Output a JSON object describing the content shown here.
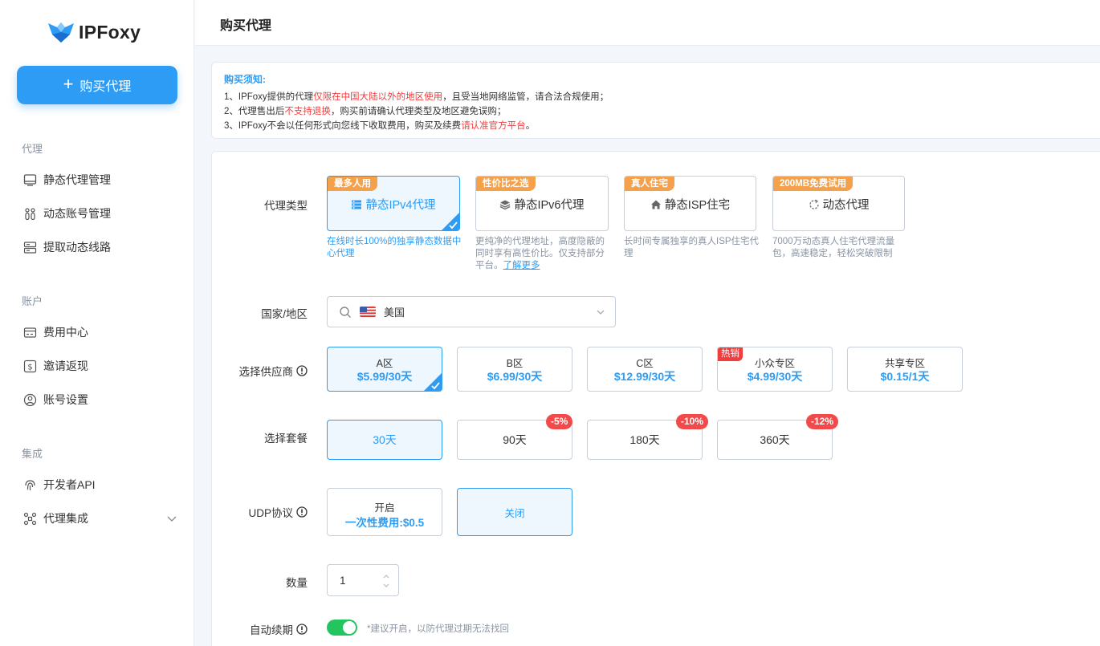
{
  "brand": {
    "name": "IPFoxy"
  },
  "sidebar": {
    "buy_label": "购买代理",
    "sections": [
      {
        "title": "代理",
        "items": [
          {
            "label": "静态代理管理"
          },
          {
            "label": "动态账号管理"
          },
          {
            "label": "提取动态线路"
          }
        ]
      },
      {
        "title": "账户",
        "items": [
          {
            "label": "费用中心"
          },
          {
            "label": "邀请返现"
          },
          {
            "label": "账号设置"
          }
        ]
      },
      {
        "title": "集成",
        "items": [
          {
            "label": "开发者API"
          },
          {
            "label": "代理集成"
          }
        ]
      }
    ]
  },
  "header": {
    "title": "购买代理"
  },
  "notice": {
    "title": "购买须知:",
    "line1": {
      "a": "1、IPFoxy提供的代理",
      "red": "仅限在中国大陆以外的地区使用",
      "b": "，且受当地网络监管，请合法合规使用；"
    },
    "line2": {
      "a": "2、代理售出后",
      "red": "不支持退换",
      "b": "，购买前请确认代理类型及地区避免误购；"
    },
    "line3": {
      "a": "3、IPFoxy不会以任何形式向您线下收取费用，购买及续费",
      "red": "请认准官方平台",
      "b": "。"
    }
  },
  "form": {
    "labels": {
      "type": "代理类型",
      "country": "国家/地区",
      "supplier": "选择供应商",
      "plan": "选择套餐",
      "udp": "UDP协议",
      "quantity": "数量",
      "auto_renew": "自动续期"
    },
    "types": [
      {
        "tag": "最多人用",
        "name": "静态IPv4代理",
        "desc": "在线时长100%的独享静态数据中心代理",
        "selected": true
      },
      {
        "tag": "性价比之选",
        "name": "静态IPv6代理",
        "desc": "更纯净的代理地址，高度隐蔽的同时享有高性价比。仅支持部分平台。",
        "link": "了解更多",
        "selected": false
      },
      {
        "tag": "真人住宅",
        "name": "静态ISP住宅",
        "desc": "长时间专属独享的真人ISP住宅代理",
        "selected": false
      },
      {
        "tag": "200MB免费试用",
        "name": "动态代理",
        "desc": "7000万动态真人住宅代理流量包，高速稳定，轻松突破限制",
        "selected": false
      }
    ],
    "country": {
      "value": "美国"
    },
    "suppliers": [
      {
        "name": "A区",
        "price": "$5.99/30天",
        "selected": true
      },
      {
        "name": "B区",
        "price": "$6.99/30天",
        "selected": false
      },
      {
        "name": "C区",
        "price": "$12.99/30天",
        "selected": false
      },
      {
        "name": "小众专区",
        "price": "$4.99/30天",
        "hot": "热销",
        "selected": false
      },
      {
        "name": "共享专区",
        "price": "$0.15/1天",
        "selected": false
      }
    ],
    "plans": [
      {
        "label": "30天",
        "discount": "",
        "selected": true
      },
      {
        "label": "90天",
        "discount": "-5%",
        "selected": false
      },
      {
        "label": "180天",
        "discount": "-10%",
        "selected": false
      },
      {
        "label": "360天",
        "discount": "-12%",
        "selected": false
      }
    ],
    "udp": {
      "on_label": "开启",
      "on_fee": "一次性费用:$0.5",
      "off_label": "关闭"
    },
    "quantity": "1",
    "auto_renew": {
      "enabled": true,
      "hint": "*建议开启，以防代理过期无法找回"
    }
  },
  "colors": {
    "accent": "#2d9cf5",
    "tag": "#f5a04a",
    "danger": "#f03e3e",
    "toggle": "#22c55e"
  }
}
